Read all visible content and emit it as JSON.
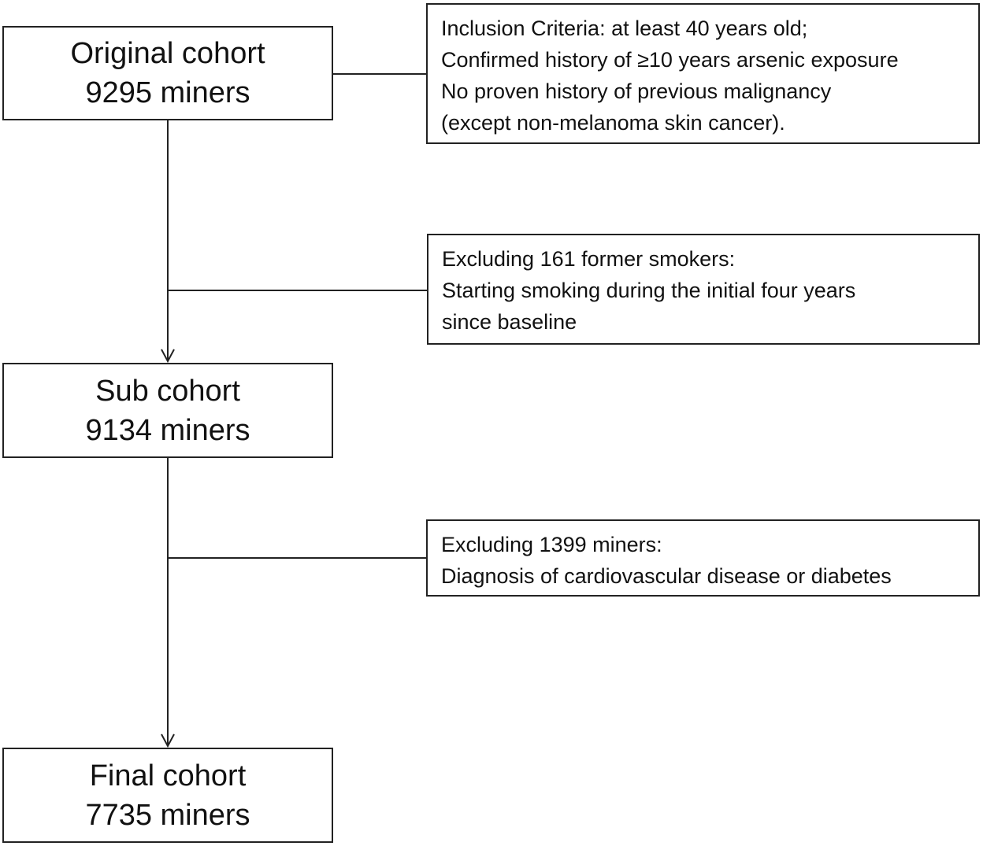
{
  "nodes": {
    "original": {
      "title": "Original cohort",
      "count": "9295 miners"
    },
    "sub": {
      "title": "Sub cohort",
      "count": "9134 miners"
    },
    "final": {
      "title": "Final cohort",
      "count": "7735 miners"
    }
  },
  "notes": {
    "inclusion": {
      "lines": [
        "Inclusion Criteria: at least 40 years old;",
        "Confirmed history of ≥10 years arsenic exposure",
        "No proven history of previous malignancy",
        "(except non-melanoma skin cancer)."
      ]
    },
    "exclusion_smokers": {
      "lines": [
        "Excluding 161 former smokers:",
        "Starting smoking during the initial four years",
        "since baseline"
      ]
    },
    "exclusion_disease": {
      "lines": [
        "Excluding 1399 miners:",
        "Diagnosis of cardiovascular disease or diabetes"
      ]
    }
  },
  "colors": {
    "stroke": "#222222",
    "text": "#111111",
    "background": "#ffffff"
  }
}
